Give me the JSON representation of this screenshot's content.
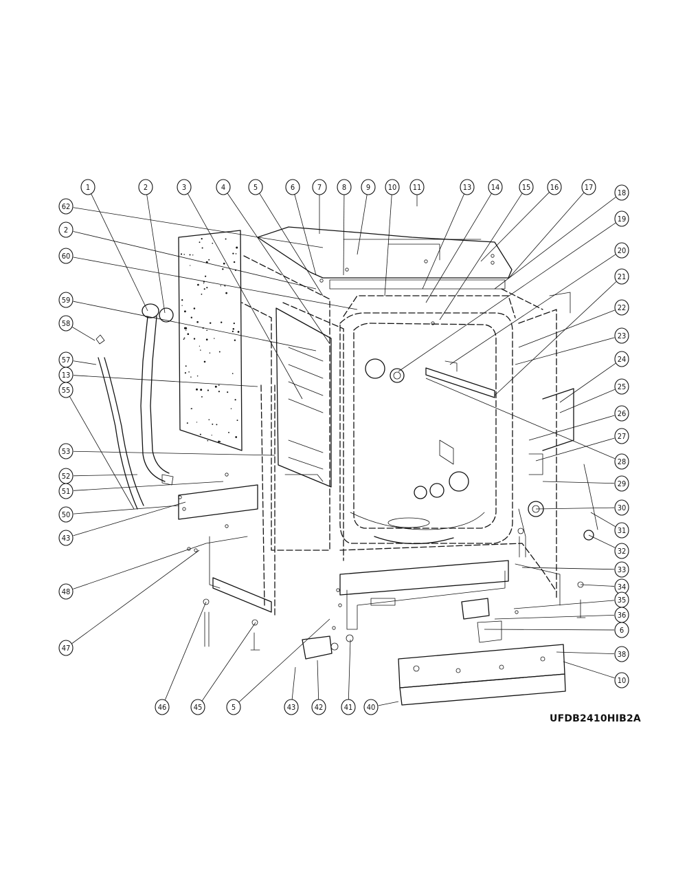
{
  "model_code": "UFDB2410HIB2A",
  "callouts": [
    {
      "label": "1"
    },
    {
      "label": "2"
    },
    {
      "label": "3"
    },
    {
      "label": "4"
    },
    {
      "label": "5"
    },
    {
      "label": "6"
    },
    {
      "label": "7"
    },
    {
      "label": "8"
    },
    {
      "label": "9"
    },
    {
      "label": "10"
    },
    {
      "label": "11"
    },
    {
      "label": "13"
    },
    {
      "label": "14"
    },
    {
      "label": "15"
    },
    {
      "label": "16"
    },
    {
      "label": "17"
    },
    {
      "label": "18"
    },
    {
      "label": "19"
    },
    {
      "label": "20"
    },
    {
      "label": "21"
    },
    {
      "label": "22"
    },
    {
      "label": "23"
    },
    {
      "label": "24"
    },
    {
      "label": "25"
    },
    {
      "label": "26"
    },
    {
      "label": "27"
    },
    {
      "label": "28"
    },
    {
      "label": "29"
    },
    {
      "label": "30"
    },
    {
      "label": "31"
    },
    {
      "label": "32"
    },
    {
      "label": "33"
    },
    {
      "label": "34"
    },
    {
      "label": "35"
    },
    {
      "label": "36"
    },
    {
      "label": "6"
    },
    {
      "label": "38"
    },
    {
      "label": "10"
    },
    {
      "label": "40"
    },
    {
      "label": "41"
    },
    {
      "label": "42"
    },
    {
      "label": "43"
    },
    {
      "label": "5"
    },
    {
      "label": "45"
    },
    {
      "label": "46"
    },
    {
      "label": "47"
    },
    {
      "label": "48"
    },
    {
      "label": "43"
    },
    {
      "label": "50"
    },
    {
      "label": "51"
    },
    {
      "label": "52"
    },
    {
      "label": "53"
    },
    {
      "label": "55"
    },
    {
      "label": "13"
    },
    {
      "label": "57"
    },
    {
      "label": "58"
    },
    {
      "label": "59"
    },
    {
      "label": "60"
    },
    {
      "label": "2"
    },
    {
      "label": "62"
    }
  ]
}
